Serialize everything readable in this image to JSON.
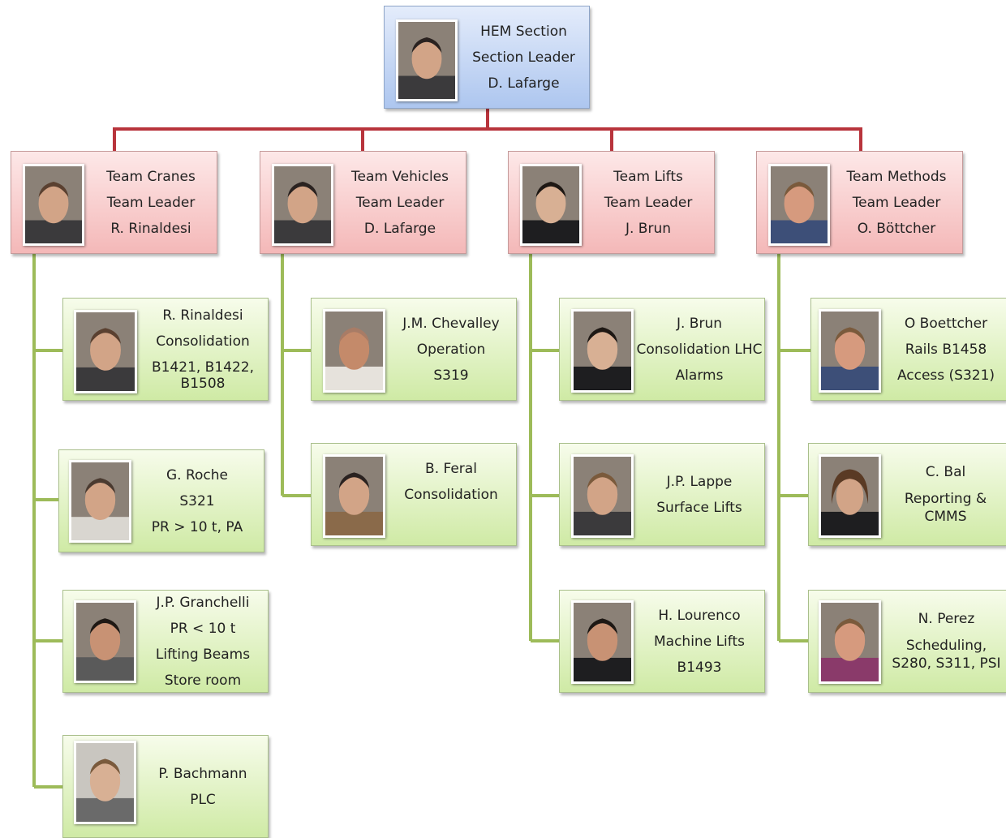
{
  "colors": {
    "top_box": "#adc6ef",
    "leader_box": "#f4b8b8",
    "member_box": "#cfeaa5",
    "leader_connector": "#b8343c",
    "member_connector": "#9dbb59"
  },
  "head": {
    "title": "HEM Section",
    "role": "Section Leader",
    "name": "D. Lafarge",
    "photo_icon": "person-photo"
  },
  "teams": [
    {
      "title": "Team Cranes",
      "role": "Team Leader",
      "name": "R. Rinaldesi",
      "members": [
        {
          "lines": [
            "R. Rinaldesi",
            "Consolidation",
            "B1421, B1422, B1508"
          ]
        },
        {
          "lines": [
            "G. Roche",
            "S321",
            "PR > 10 t, PA"
          ]
        },
        {
          "lines": [
            "J.P. Granchelli",
            "PR < 10 t",
            "Lifting Beams",
            "Store room"
          ]
        },
        {
          "lines": [
            "P. Bachmann",
            "PLC"
          ]
        }
      ]
    },
    {
      "title": "Team Vehicles",
      "role": "Team Leader",
      "name": "D. Lafarge",
      "members": [
        {
          "lines": [
            "J.M. Chevalley",
            "Operation",
            "S319"
          ]
        },
        {
          "lines": [
            "B. Feral",
            "Consolidation"
          ]
        }
      ]
    },
    {
      "title": "Team Lifts",
      "role": "Team Leader",
      "name": "J. Brun",
      "members": [
        {
          "lines": [
            "J. Brun",
            "Consolidation LHC",
            "Alarms"
          ]
        },
        {
          "lines": [
            "J.P. Lappe",
            "Surface Lifts"
          ]
        },
        {
          "lines": [
            "H. Lourenco",
            "Machine Lifts",
            "B1493"
          ]
        }
      ]
    },
    {
      "title": "Team Methods",
      "role": "Team Leader",
      "name": "O. Böttcher",
      "members": [
        {
          "lines": [
            "O Boettcher",
            "Rails B1458",
            "Access (S321)"
          ]
        },
        {
          "lines": [
            "C. Bal",
            "Reporting & CMMS"
          ]
        },
        {
          "lines": [
            "N. Perez",
            "Scheduling, S280, S311, PSI"
          ]
        }
      ]
    }
  ]
}
